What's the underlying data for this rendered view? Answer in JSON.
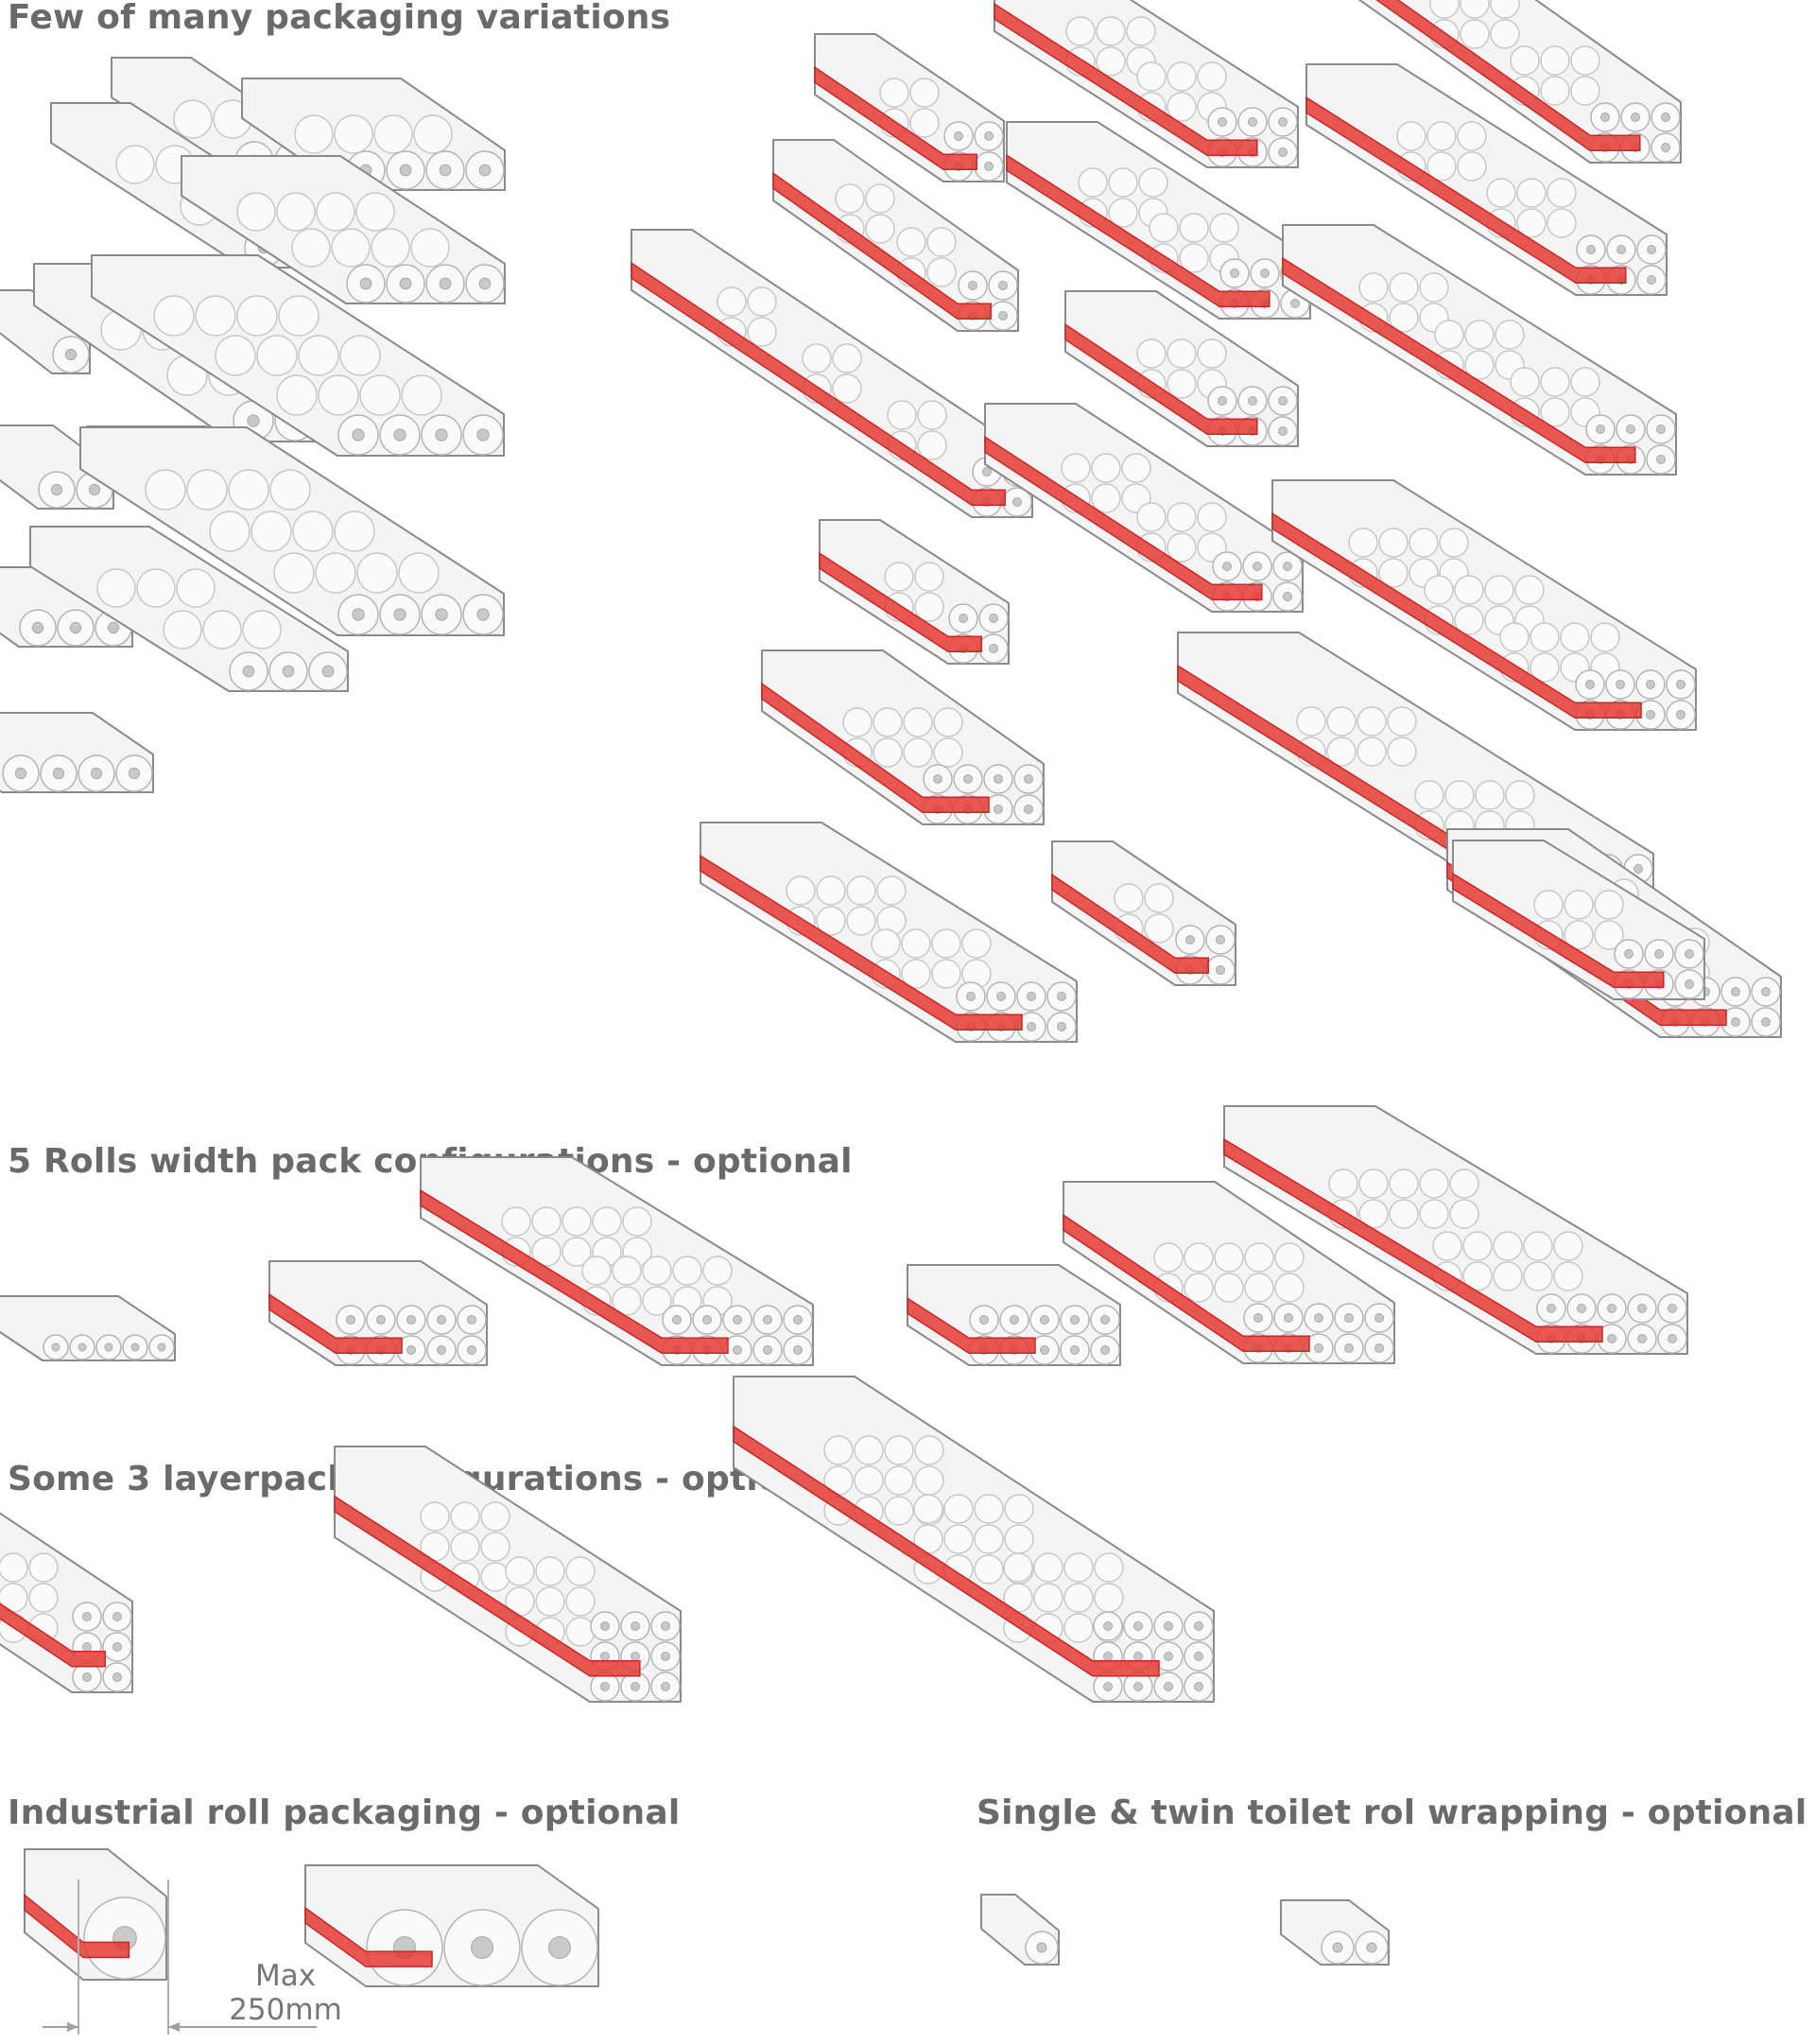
{
  "headings": {
    "main": "Few of many packaging variations",
    "five_rolls": "5 Rolls width pack configurations - optional",
    "three_layer": "Some 3 layerpack configurations - optional",
    "industrial": "Industrial roll packaging - optional",
    "single_twin": "Single & twin toilet rol wrapping - optional"
  },
  "dimension": {
    "line1": "Max",
    "line2": "250mm"
  },
  "colors": {
    "heading": "#6a6a6a",
    "film_outline": "#8a8a8a",
    "roll_fill": "#fafafa",
    "core": "#c9c9c9",
    "handle_red": "#e53935"
  },
  "packs": [
    {
      "group": "main",
      "rows": 1,
      "cols": 1,
      "layers": 1,
      "handle": false
    },
    {
      "group": "main",
      "rows": 1,
      "cols": 2,
      "layers": 1,
      "handle": false
    },
    {
      "group": "main",
      "rows": 1,
      "cols": 3,
      "layers": 1,
      "handle": false
    },
    {
      "group": "main",
      "rows": 1,
      "cols": 4,
      "layers": 1,
      "handle": false
    },
    {
      "group": "main",
      "rows": 1,
      "cols": 2,
      "layers": 2,
      "handle": false
    },
    {
      "group": "main",
      "rows": 1,
      "cols": 2,
      "layers": 3,
      "handle": false
    },
    {
      "group": "main",
      "rows": 1,
      "cols": 2,
      "layers": 3,
      "handle": false
    },
    {
      "group": "main",
      "rows": 1,
      "cols": 3,
      "layers": 2,
      "handle": false
    },
    {
      "group": "main",
      "rows": 1,
      "cols": 3,
      "layers": 3,
      "handle": false
    },
    {
      "group": "main",
      "rows": 1,
      "cols": 4,
      "layers": 2,
      "handle": false
    },
    {
      "group": "main",
      "rows": 1,
      "cols": 4,
      "layers": 3,
      "handle": false
    },
    {
      "group": "main",
      "rows": 1,
      "cols": 4,
      "layers": 4,
      "handle": false
    },
    {
      "group": "main",
      "rows": 1,
      "cols": 4,
      "layers": 4,
      "handle": false
    },
    {
      "group": "main",
      "rows": 2,
      "cols": 2,
      "layers": 2,
      "handle": true
    },
    {
      "group": "main",
      "rows": 2,
      "cols": 2,
      "layers": 3,
      "handle": true
    },
    {
      "group": "main",
      "rows": 2,
      "cols": 2,
      "layers": 4,
      "handle": true
    },
    {
      "group": "main",
      "rows": 2,
      "cols": 2,
      "layers": 2,
      "handle": true
    },
    {
      "group": "main",
      "rows": 2,
      "cols": 3,
      "layers": 3,
      "handle": true
    },
    {
      "group": "main",
      "rows": 2,
      "cols": 3,
      "layers": 3,
      "handle": true
    },
    {
      "group": "main",
      "rows": 2,
      "cols": 3,
      "layers": 2,
      "handle": true
    },
    {
      "group": "main",
      "rows": 2,
      "cols": 3,
      "layers": 3,
      "handle": true
    },
    {
      "group": "main",
      "rows": 2,
      "cols": 3,
      "layers": 3,
      "handle": true
    },
    {
      "group": "main",
      "rows": 2,
      "cols": 3,
      "layers": 3,
      "handle": true
    },
    {
      "group": "main",
      "rows": 2,
      "cols": 3,
      "layers": 4,
      "handle": true
    },
    {
      "group": "main",
      "rows": 2,
      "cols": 2,
      "layers": 2,
      "handle": true
    },
    {
      "group": "main",
      "rows": 2,
      "cols": 4,
      "layers": 2,
      "handle": true
    },
    {
      "group": "main",
      "rows": 2,
      "cols": 4,
      "layers": 3,
      "handle": true
    },
    {
      "group": "main",
      "rows": 2,
      "cols": 4,
      "layers": 3,
      "handle": true
    },
    {
      "group": "main",
      "rows": 2,
      "cols": 4,
      "layers": 4,
      "handle": true
    },
    {
      "group": "main",
      "rows": 2,
      "cols": 4,
      "layers": 3,
      "handle": true
    },
    {
      "group": "main",
      "rows": 2,
      "cols": 3,
      "layers": 2,
      "handle": true
    },
    {
      "group": "five_rolls",
      "rows": 1,
      "cols": 5,
      "layers": 1,
      "handle": false
    },
    {
      "group": "five_rolls",
      "rows": 2,
      "cols": 5,
      "layers": 1,
      "handle": true
    },
    {
      "group": "five_rolls",
      "rows": 2,
      "cols": 5,
      "layers": 3,
      "handle": true
    },
    {
      "group": "five_rolls",
      "rows": 2,
      "cols": 5,
      "layers": 1,
      "handle": true
    },
    {
      "group": "five_rolls",
      "rows": 2,
      "cols": 5,
      "layers": 2,
      "handle": true
    },
    {
      "group": "five_rolls",
      "rows": 2,
      "cols": 5,
      "layers": 3,
      "handle": true
    },
    {
      "group": "three_layer",
      "rows": 3,
      "cols": 2,
      "layers": 2,
      "handle": true
    },
    {
      "group": "three_layer",
      "rows": 3,
      "cols": 3,
      "layers": 3,
      "handle": true
    },
    {
      "group": "three_layer",
      "rows": 3,
      "cols": 4,
      "layers": 4,
      "handle": true
    },
    {
      "group": "industrial",
      "rows": 1,
      "cols": 1,
      "layers": 1,
      "handle": true
    },
    {
      "group": "industrial",
      "rows": 1,
      "cols": 3,
      "layers": 1,
      "handle": true
    },
    {
      "group": "single_twin",
      "rows": 1,
      "cols": 1,
      "layers": 1,
      "handle": false
    },
    {
      "group": "single_twin",
      "rows": 1,
      "cols": 2,
      "layers": 1,
      "handle": false
    }
  ]
}
